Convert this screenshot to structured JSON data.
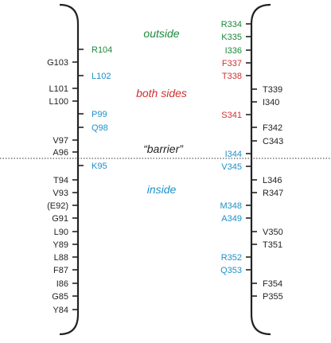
{
  "colors": {
    "black": "#222222",
    "green": "#1a8a3a",
    "red": "#d03030",
    "blue": "#1e90c8"
  },
  "regions": [
    {
      "id": "outside",
      "text": "outside",
      "color": "green"
    },
    {
      "id": "both-sides",
      "text": "both sides",
      "color": "red"
    },
    {
      "id": "barrier",
      "text": "“barrier”",
      "color": "black"
    },
    {
      "id": "inside",
      "text": "inside",
      "color": "blue"
    }
  ],
  "left_helix": [
    {
      "label": "R104",
      "side": "inner",
      "color": "green"
    },
    {
      "label": "G103",
      "side": "outer",
      "color": "black"
    },
    {
      "label": "L102",
      "side": "inner",
      "color": "blue"
    },
    {
      "label": "L101",
      "side": "outer",
      "color": "black"
    },
    {
      "label": "L100",
      "side": "outer",
      "color": "black"
    },
    {
      "label": "P99",
      "side": "inner",
      "color": "blue"
    },
    {
      "label": "Q98",
      "side": "inner",
      "color": "blue"
    },
    {
      "label": "V97",
      "side": "outer",
      "color": "black"
    },
    {
      "label": "A96",
      "side": "outer",
      "color": "black"
    },
    {
      "label": "K95",
      "side": "inner",
      "color": "blue"
    },
    {
      "label": "T94",
      "side": "outer",
      "color": "black"
    },
    {
      "label": "V93",
      "side": "outer",
      "color": "black"
    },
    {
      "label": "(E92)",
      "side": "outer",
      "color": "black"
    },
    {
      "label": "G91",
      "side": "outer",
      "color": "black"
    },
    {
      "label": "L90",
      "side": "outer",
      "color": "black"
    },
    {
      "label": "Y89",
      "side": "outer",
      "color": "black"
    },
    {
      "label": "L88",
      "side": "outer",
      "color": "black"
    },
    {
      "label": "F87",
      "side": "outer",
      "color": "black"
    },
    {
      "label": "I86",
      "side": "outer",
      "color": "black"
    },
    {
      "label": "G85",
      "side": "outer",
      "color": "black"
    },
    {
      "label": "Y84",
      "side": "outer",
      "color": "black"
    }
  ],
  "right_helix": [
    {
      "label": "R334",
      "side": "inner",
      "color": "green"
    },
    {
      "label": "K335",
      "side": "inner",
      "color": "green"
    },
    {
      "label": "I336",
      "side": "inner",
      "color": "green"
    },
    {
      "label": "F337",
      "side": "inner",
      "color": "red"
    },
    {
      "label": "T338",
      "side": "inner",
      "color": "red"
    },
    {
      "label": "T339",
      "side": "outer",
      "color": "black"
    },
    {
      "label": "I340",
      "side": "outer",
      "color": "black"
    },
    {
      "label": "S341",
      "side": "inner",
      "color": "red"
    },
    {
      "label": "F342",
      "side": "outer",
      "color": "black"
    },
    {
      "label": "C343",
      "side": "outer",
      "color": "black"
    },
    {
      "label": "I344",
      "side": "inner",
      "color": "blue"
    },
    {
      "label": "V345",
      "side": "inner",
      "color": "blue"
    },
    {
      "label": "L346",
      "side": "outer",
      "color": "black"
    },
    {
      "label": "R347",
      "side": "outer",
      "color": "black"
    },
    {
      "label": "M348",
      "side": "inner",
      "color": "blue"
    },
    {
      "label": "A349",
      "side": "inner",
      "color": "blue"
    },
    {
      "label": "V350",
      "side": "outer",
      "color": "black"
    },
    {
      "label": "T351",
      "side": "outer",
      "color": "black"
    },
    {
      "label": "R352",
      "side": "inner",
      "color": "blue"
    },
    {
      "label": "Q353",
      "side": "inner",
      "color": "blue"
    },
    {
      "label": "F354",
      "side": "outer",
      "color": "black"
    },
    {
      "label": "P355",
      "side": "outer",
      "color": "black"
    }
  ]
}
